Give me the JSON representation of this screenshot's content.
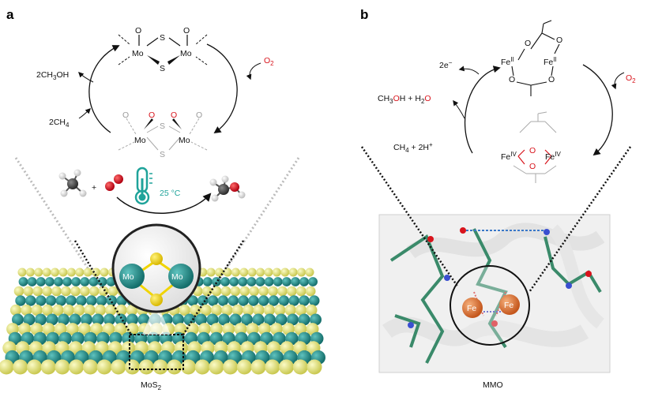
{
  "panel_a": {
    "letter": "a",
    "cycle_top": {
      "o1": "O",
      "o2": "O",
      "s1": "S",
      "s2": "S",
      "mo1": "Mo",
      "mo2": "Mo"
    },
    "cycle_bottom": {
      "o1": "O",
      "o2": "O",
      "og1": "O",
      "og2": "O",
      "s1": "S",
      "s2": "S",
      "mo1": "Mo",
      "mo2": "Mo"
    },
    "left_product": {
      "pre": "2CH",
      "sub": "3",
      "post": "OH"
    },
    "left_reactant": {
      "pre": "2CH",
      "sub": "4"
    },
    "oxidant": {
      "main": "O",
      "sub": "2"
    },
    "plus": "+",
    "temperature": "25 °C",
    "inset": {
      "mo1": "Mo",
      "mo2": "Mo"
    },
    "caption": {
      "main": "MoS",
      "sub": "2"
    }
  },
  "panel_b": {
    "letter": "b",
    "cycle_top": {
      "o1": "O",
      "o2": "O",
      "o3": "O",
      "o4": "O",
      "fe1": "Fe",
      "fe1_ox": "II",
      "fe2": "Fe",
      "fe2_ox": "II"
    },
    "cycle_bottom": {
      "o1": "O",
      "o2": "O",
      "fe1": "Fe",
      "fe1_ox": "IV",
      "fe2": "Fe",
      "fe2_ox": "IV"
    },
    "electrons": {
      "main": "2e",
      "sup": "−"
    },
    "oxidant": {
      "main": "O",
      "sub": "2"
    },
    "products": {
      "a": "CH",
      "a_sub": "3",
      "b": "O",
      "c": "H + H",
      "c_sub": "2",
      "d": "O"
    },
    "reactants": {
      "a": "CH",
      "a_sub": "4",
      "b": " + 2H",
      "b_sup": "+"
    },
    "inset": {
      "fe1": "Fe",
      "fe2": "Fe"
    },
    "caption": "MMO"
  },
  "colors": {
    "teal_atom": "#1d8a87",
    "yellow_atom": "#f0ef8a",
    "oxygen_red": "#d8141c",
    "thermometer_teal": "#1fa39a",
    "iron_orange": "#e07a3f",
    "protein_green": "#3a8a6a"
  }
}
